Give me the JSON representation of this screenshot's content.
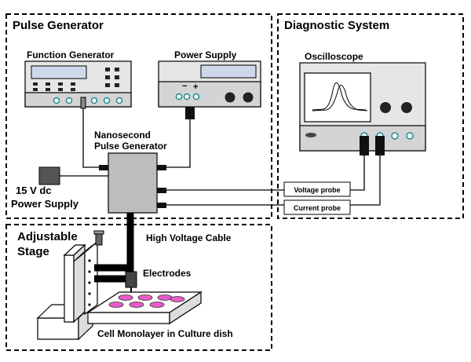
{
  "sections": {
    "pulse_generator": "Pulse Generator",
    "diagnostic_system": "Diagnostic System"
  },
  "devices": {
    "function_generator": "Function Generator",
    "power_supply": "Power Supply",
    "nano_line1": "Nanosecond",
    "nano_line2": "Pulse Generator",
    "dc_line1": "15 V dc",
    "dc_line2": "Power Supply",
    "oscilloscope": "Oscilloscope"
  },
  "probes": {
    "voltage": "Voltage probe",
    "current": "Current probe"
  },
  "cables": {
    "hv": "High Voltage Cable"
  },
  "stage": {
    "line1": "Adjustable",
    "line2": "Stage",
    "electrodes": "Electrodes",
    "culture": "Cell Monolayer in Culture dish"
  },
  "colors": {
    "dish": "#e85bc9",
    "lcd": "#cfd8ea",
    "jack": "#1a8c8c"
  }
}
